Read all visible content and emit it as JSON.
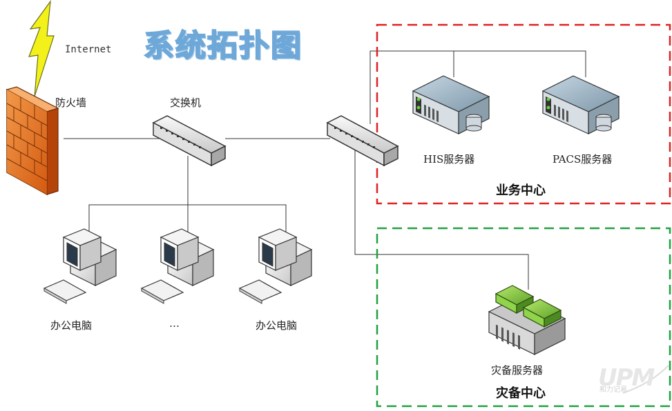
{
  "title": "系统拓扑图",
  "internet_label": "Internet",
  "firewall_label": "防火墙",
  "switch_label": "交换机",
  "workstations": {
    "left_label": "办公电脑",
    "middle_label": "…",
    "right_label": "办公电脑"
  },
  "business_center": {
    "label": "业务中心",
    "his_label": "HIS服务器",
    "pacs_label": "PACS服务器",
    "border_color": "#e02020"
  },
  "dr_center": {
    "label": "灾备中心",
    "server_label": "灾备服务器",
    "border_color": "#20a040"
  },
  "watermark": {
    "logo": "UPM",
    "text": "和力记易"
  },
  "colors": {
    "line": "#333333",
    "firewall": "#e8782a",
    "lightning": "#f2f21a",
    "server_body": "#8fa8b8",
    "dr_server_top": "#7cc23a"
  }
}
